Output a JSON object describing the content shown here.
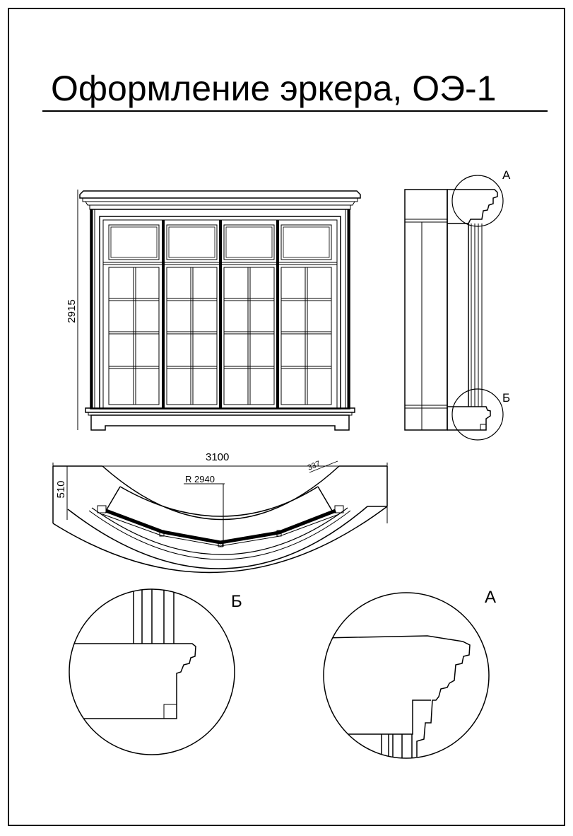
{
  "title": "Оформление эркера, ОЭ-1",
  "dimensions": {
    "height": "2915",
    "width": "3100",
    "depth": "510",
    "radius": "R 2940",
    "side": "337"
  },
  "callouts": {
    "a": "А",
    "b": "Б"
  },
  "colors": {
    "line": "#000000",
    "background": "#ffffff"
  }
}
